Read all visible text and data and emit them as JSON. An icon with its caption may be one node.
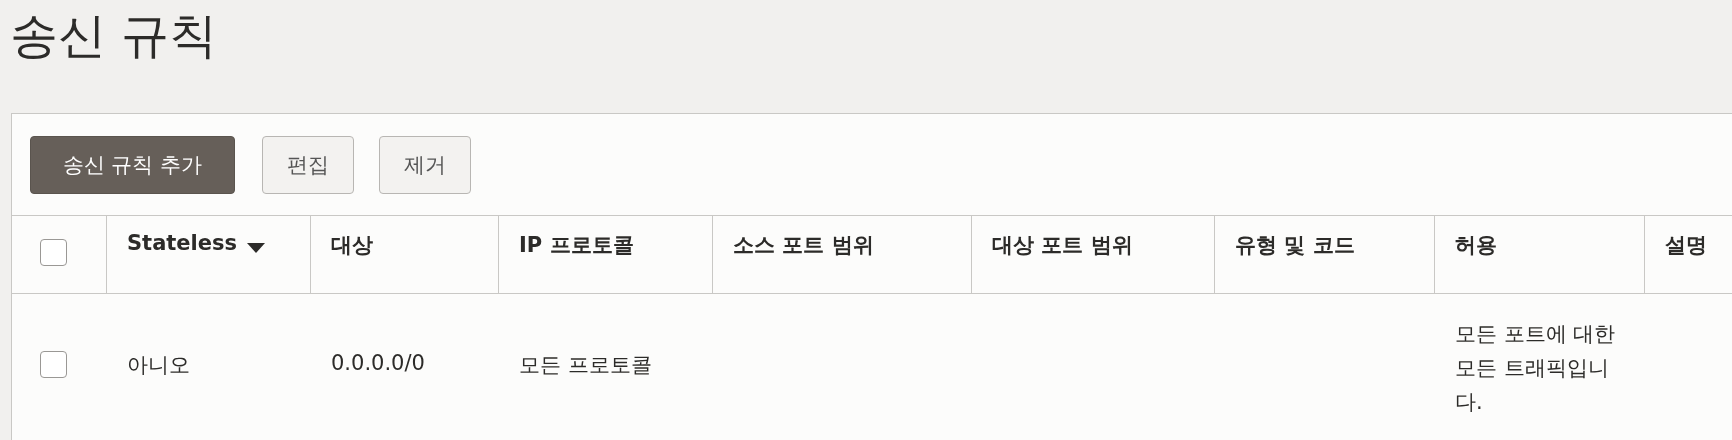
{
  "diagram": {
    "title": "송신 규칙",
    "nodes": [
      {
        "text": [
          "송신 규칙 추가"
        ]
      },
      {
        "text": [
          "편집"
        ]
      },
      {
        "text": [
          "제거"
        ]
      }
    ],
    "labels": [
      "Stateless",
      "대상",
      "IP 프로토콜",
      "소스 포트 범위",
      "대상 포트 범위",
      "유형 및 코드",
      "허용",
      "설명",
      "아니오",
      "0.0.0.0/0",
      "모든 프로토콜",
      "모든 포트에 대한 모든 트래픽입니다."
    ]
  }
}
